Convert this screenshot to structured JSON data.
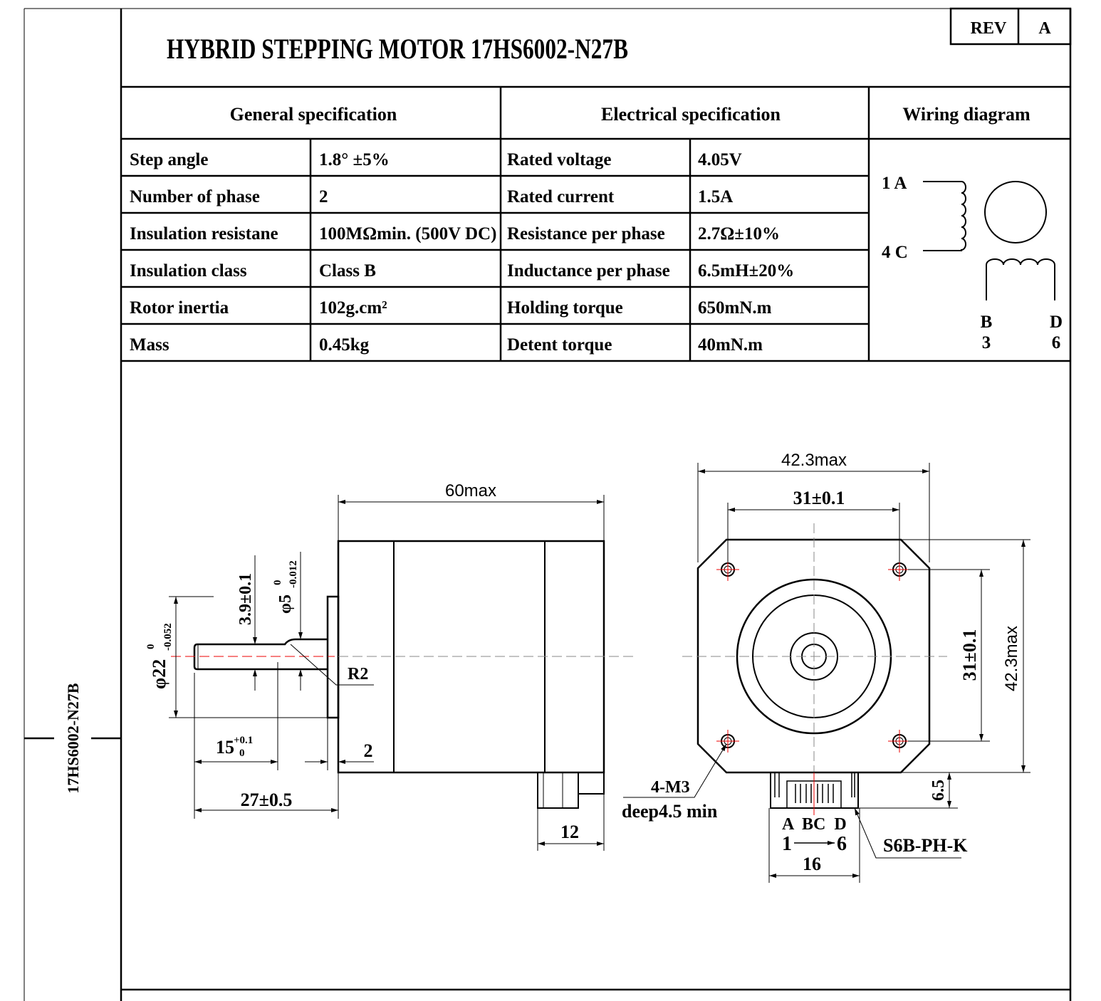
{
  "title": "HYBRID STEPPING MOTOR   17HS6002-N27B",
  "rev": {
    "label": "REV",
    "value": "A"
  },
  "side_label": "17HS6002-N27B",
  "headers": {
    "general": "General   specification",
    "electrical": "Electrical   specification",
    "wiring": "Wiring diagram"
  },
  "general_spec": [
    {
      "name": "Step angle",
      "value": "1.8°  ±5%"
    },
    {
      "name": "Number of phase",
      "value": "2"
    },
    {
      "name": "Insulation resistane",
      "value": "100MΩmin. (500V DC)"
    },
    {
      "name": "Insulation class",
      "value": "Class B"
    },
    {
      "name": "Rotor inertia",
      "value": "102g.cm²"
    },
    {
      "name": "Mass",
      "value": "0.45kg"
    }
  ],
  "electrical_spec": [
    {
      "name": "Rated voltage",
      "value": "4.05V"
    },
    {
      "name": "Rated current",
      "value": "1.5A"
    },
    {
      "name": "Resistance per phase",
      "value": "2.7Ω±10%"
    },
    {
      "name": "Inductance per phase",
      "value": "6.5mH±20%"
    },
    {
      "name": "Holding torque",
      "value": "650mN.m"
    },
    {
      "name": "Detent torque",
      "value": "40mN.m"
    }
  ],
  "wiring": {
    "a": "1 A",
    "c": "4 C",
    "b": "B",
    "b_num": "3",
    "d": "D",
    "d_num": "6"
  },
  "dimensions": {
    "length": "60max",
    "flange_dia": "φ22",
    "flange_tol_upper": "0",
    "flange_tol_lower": "-0.052",
    "flat": "3.9±0.1",
    "shaft_dia": "φ5",
    "shaft_tol_upper": "0",
    "shaft_tol_lower": "-0.012",
    "radius": "R2",
    "flat_length": "15",
    "flat_tol_upper": "+0.1",
    "flat_tol_lower": "0",
    "boss_height": "2",
    "shaft_length": "27±0.5",
    "connector_offset": "12",
    "width_top": "42.3max",
    "hole_spacing_top": "31±0.1",
    "hole_spacing_side": "31±0.1",
    "width_side": "42.3max",
    "connector_height": "6.5",
    "holes": "4-M3",
    "hole_depth": "deep4.5 min",
    "pins": "A  BC  D",
    "pin_first": "1",
    "pin_last": "6",
    "connector_width": "16",
    "connector_part": "S6B-PH-K"
  }
}
